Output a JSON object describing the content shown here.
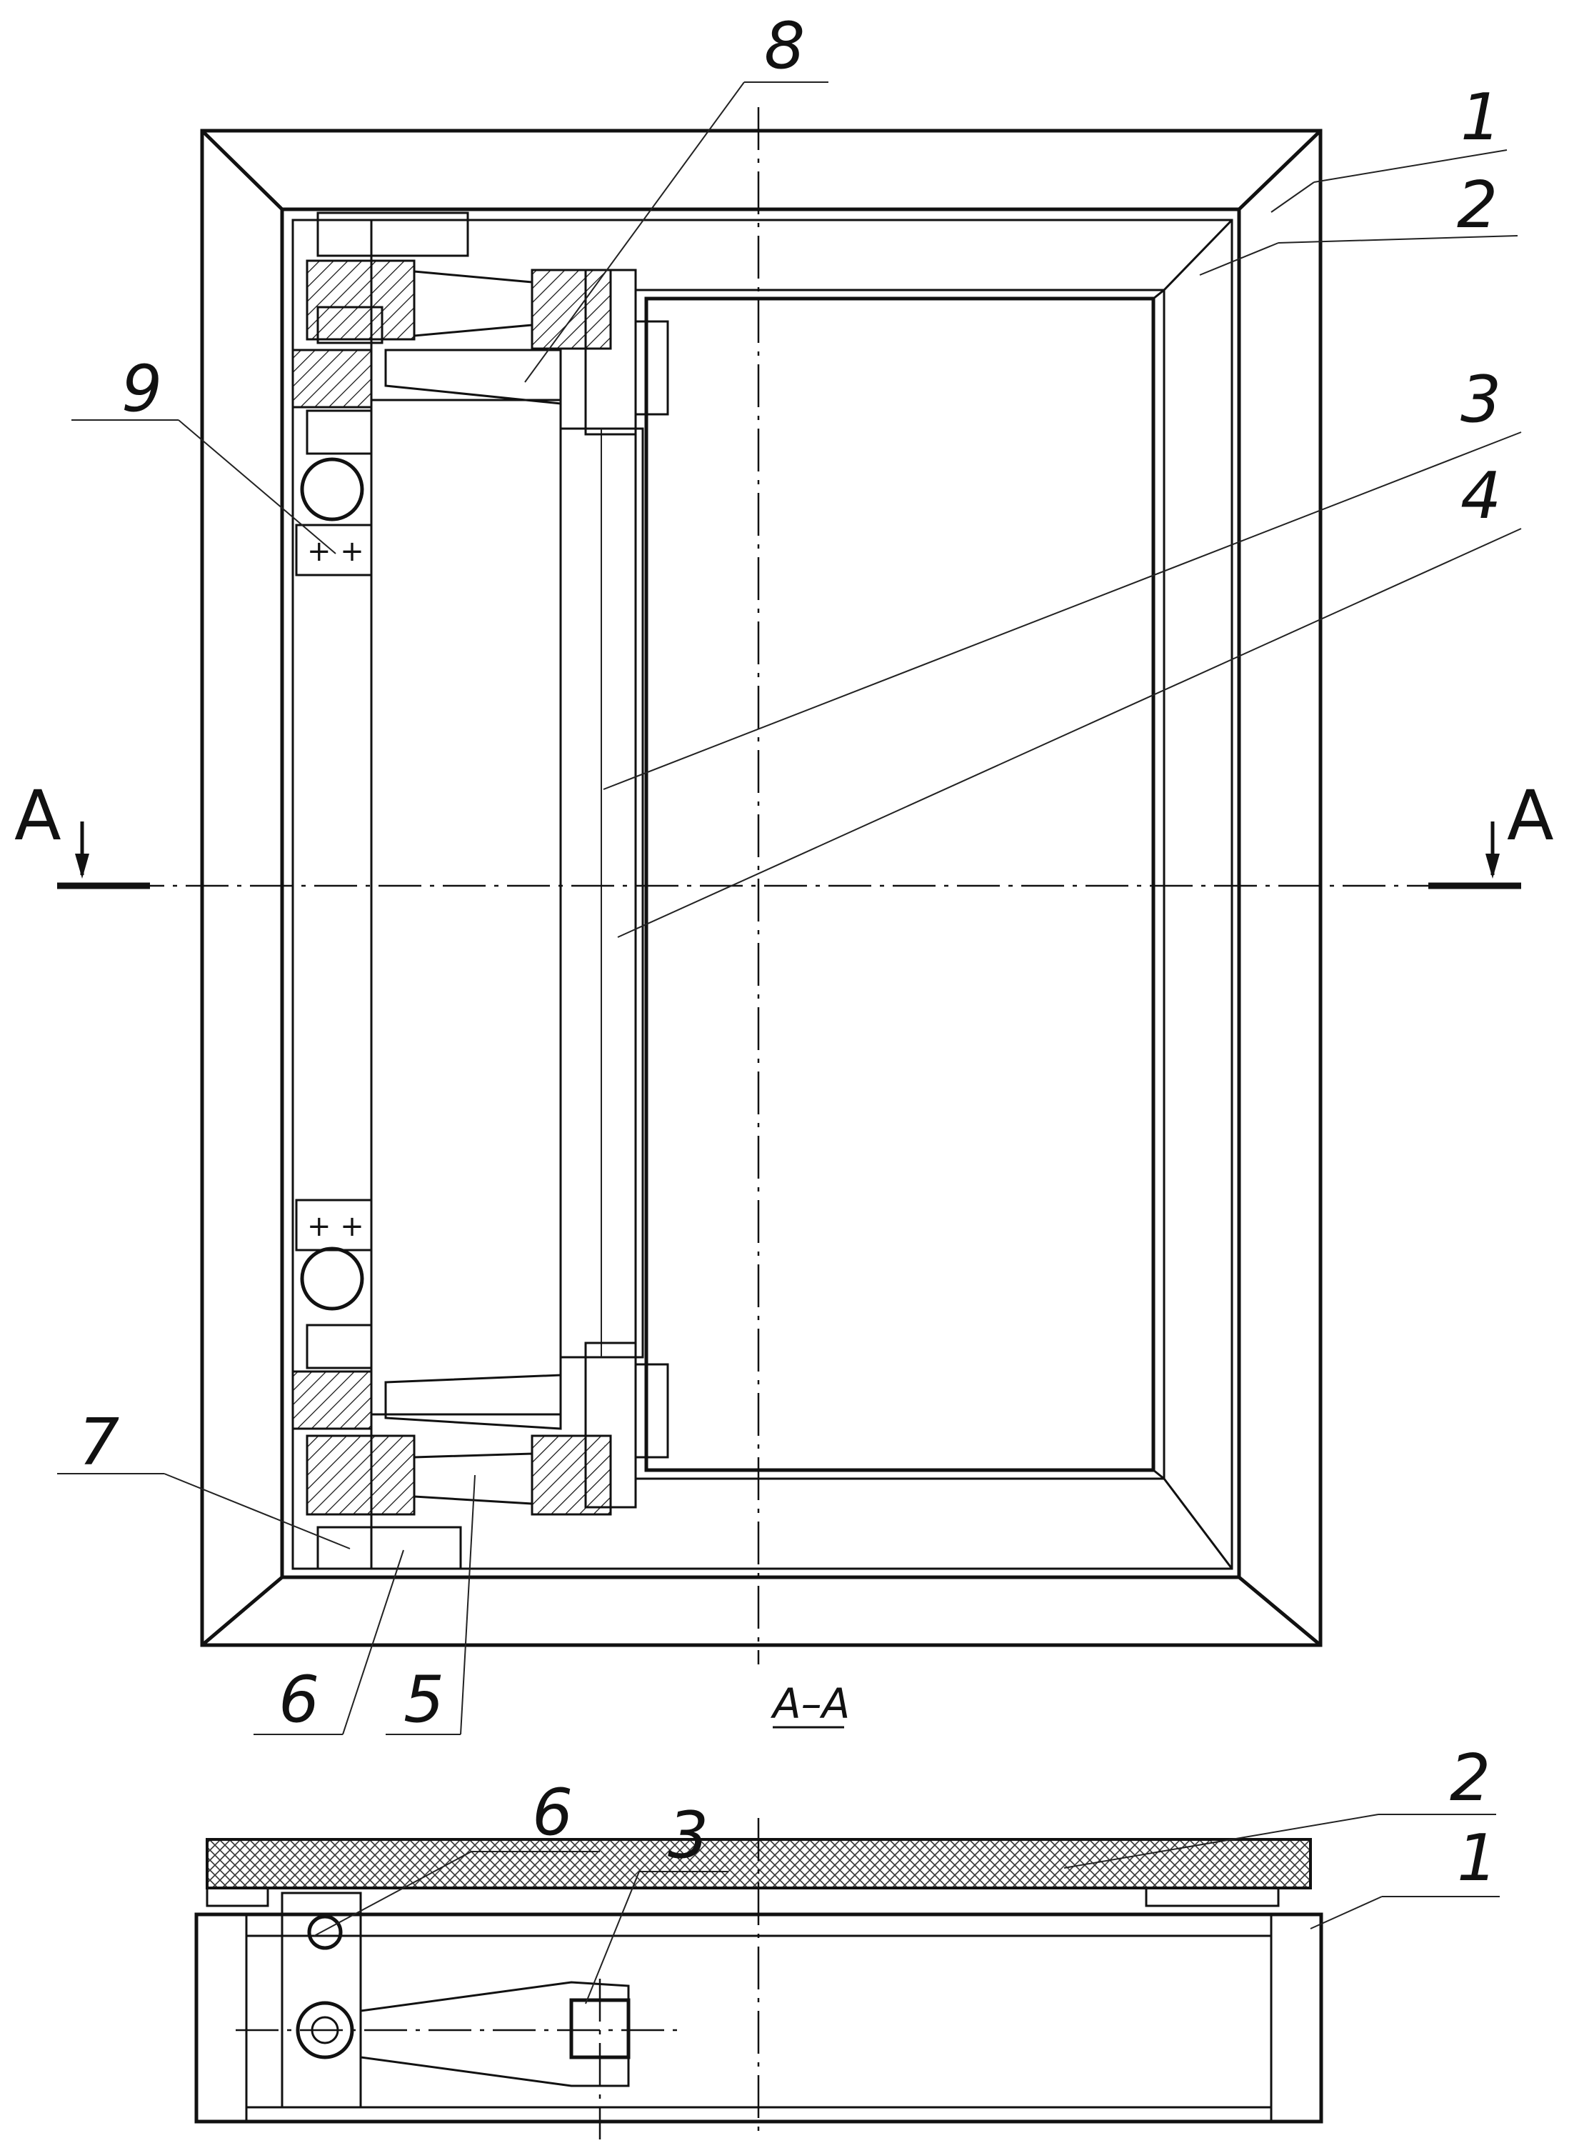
{
  "view_labels": {
    "section_left": "A",
    "section_right": "A",
    "section_view_title": "A–A"
  },
  "top_view_callouts": [
    {
      "id": "callout-1",
      "text": "1"
    },
    {
      "id": "callout-2",
      "text": "2"
    },
    {
      "id": "callout-3",
      "text": "3"
    },
    {
      "id": "callout-4",
      "text": "4"
    },
    {
      "id": "callout-5",
      "text": "5"
    },
    {
      "id": "callout-6",
      "text": "6"
    },
    {
      "id": "callout-7",
      "text": "7"
    },
    {
      "id": "callout-8",
      "text": "8"
    },
    {
      "id": "callout-9",
      "text": "9"
    }
  ],
  "section_view_callouts": [
    {
      "id": "sec-callout-1",
      "text": "1"
    },
    {
      "id": "sec-callout-2",
      "text": "2"
    },
    {
      "id": "sec-callout-3",
      "text": "3"
    },
    {
      "id": "sec-callout-6",
      "text": "6"
    }
  ]
}
